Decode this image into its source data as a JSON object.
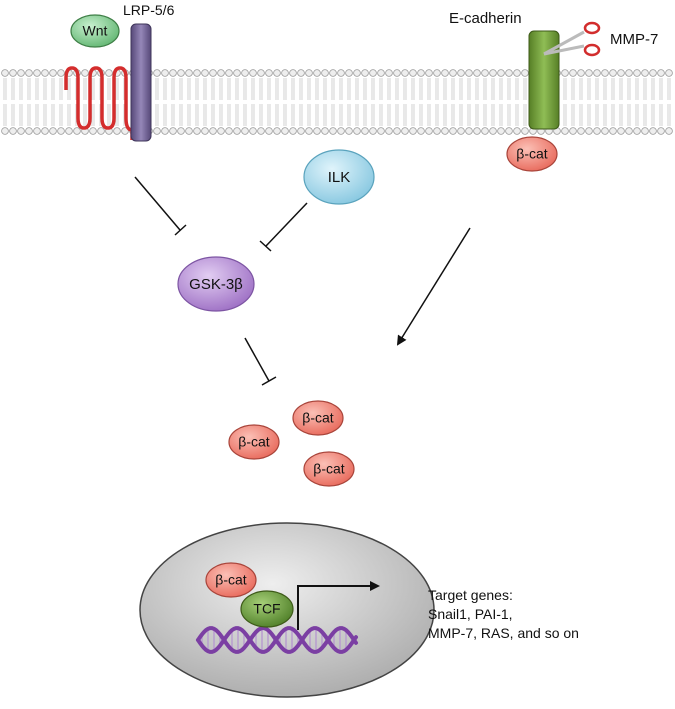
{
  "membrane": {
    "wnt": "Wnt",
    "lrp": "LRP-5/6",
    "ecadherin": "E-cadherin",
    "mmp7": "MMP-7",
    "bcat_membrane": "β-cat"
  },
  "cytoplasm": {
    "ilk": "ILK",
    "gsk": "GSK-3β",
    "bcat_free": [
      "β-cat",
      "β-cat",
      "β-cat"
    ]
  },
  "nucleus": {
    "bcat": "β-cat",
    "tcf": "TCF",
    "target_title": "Target genes:",
    "target_line1": "Snail1, PAI-1,",
    "target_line2": "MMP-7, RAS, and so on"
  },
  "colors": {
    "wnt_fill": "#7cc98a",
    "lrp_fill": "#6f6294",
    "receptor_coil": "#d42d2d",
    "ecad_fill": "#6f9a34",
    "bcat_fill": "#ef7b6e",
    "ilk_fill": "#a6d8ea",
    "gsk_fill": "#b48ad3",
    "tcf_fill": "#6b9a3a",
    "nucleus_fill": "#c9c9c9",
    "dna": "#7b3fa3"
  }
}
